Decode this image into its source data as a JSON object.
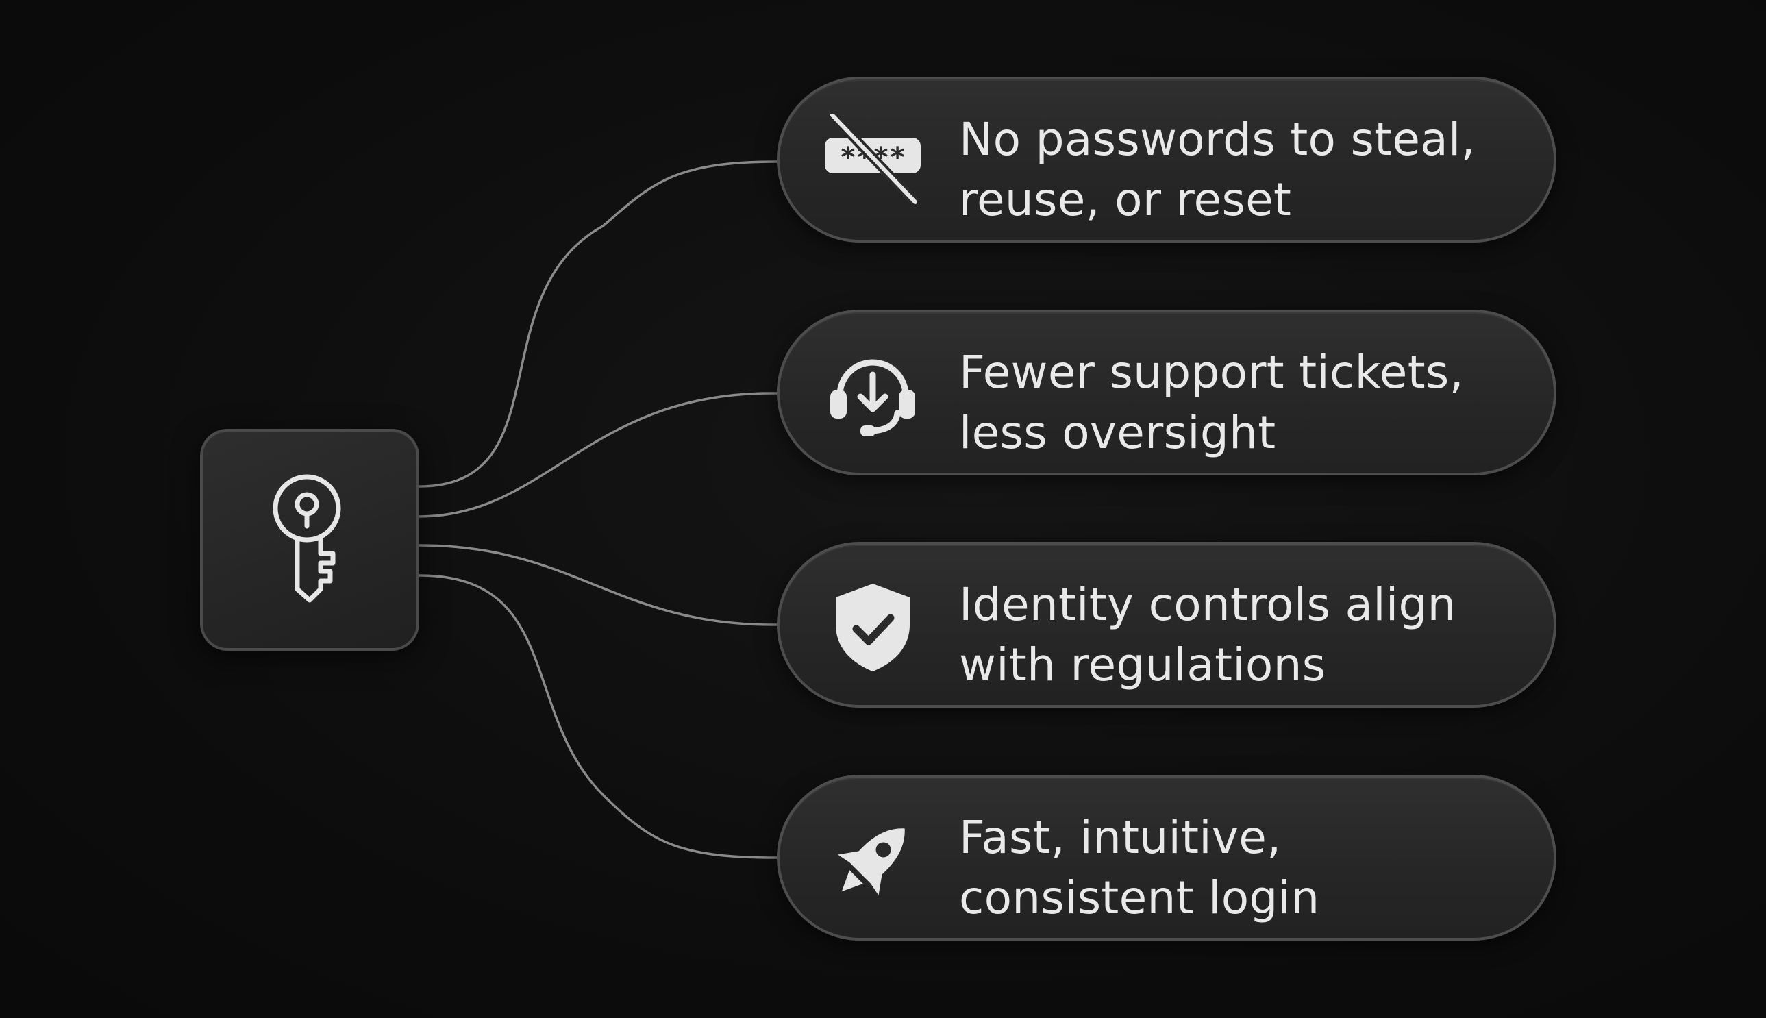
{
  "diagram": {
    "hub": {
      "icon": "key-icon"
    },
    "items": [
      {
        "icon": "password-crossed-icon",
        "masked_text": "****",
        "line1": "No passwords to steal,",
        "line2": "reuse, or reset"
      },
      {
        "icon": "headset-download-icon",
        "line1": "Fewer support tickets,",
        "line2": "less oversight"
      },
      {
        "icon": "shield-check-icon",
        "line1": "Identity controls align",
        "line2": "with regulations"
      },
      {
        "icon": "rocket-icon",
        "line1": "Fast, intuitive,",
        "line2": "consistent login"
      }
    ]
  }
}
